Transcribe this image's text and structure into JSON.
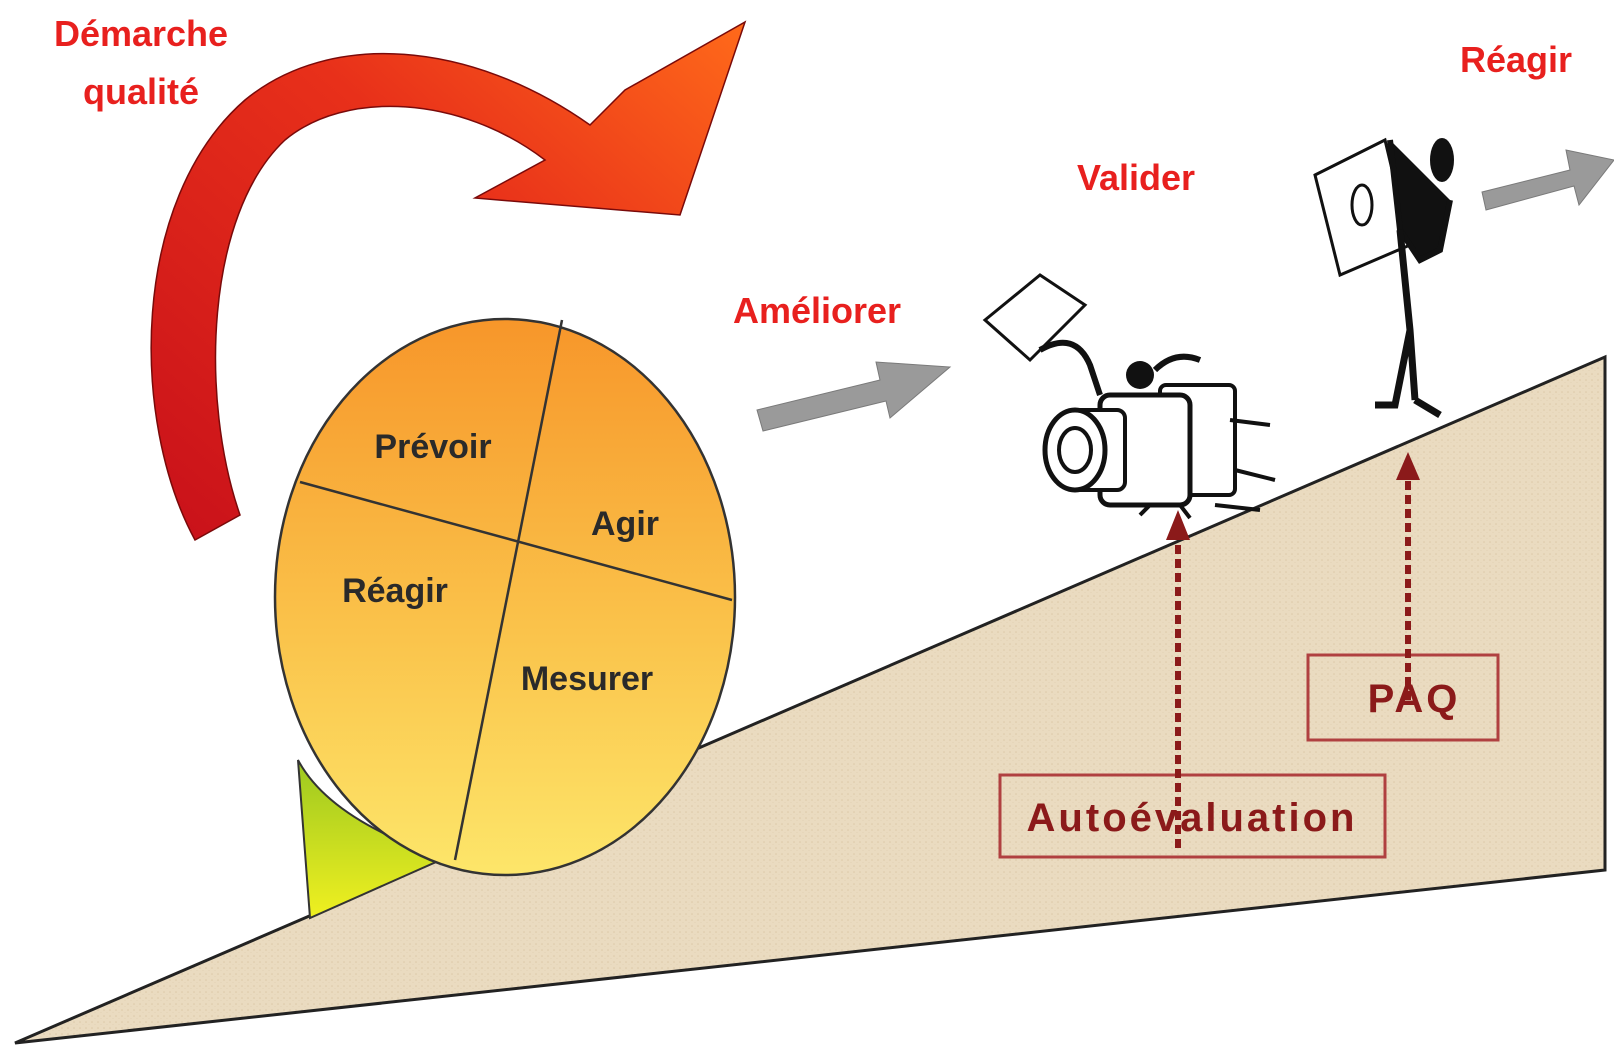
{
  "title": {
    "line1": "Démarche",
    "line2": "qualité"
  },
  "steps": {
    "ameliorer": "Améliorer",
    "valider": "Valider",
    "reagir": "Réagir"
  },
  "wheel": {
    "prevoir": "Prévoir",
    "agir": "Agir",
    "reagir": "Réagir",
    "mesurer": "Mesurer"
  },
  "boxes": {
    "autoevaluation": "Autoévaluation",
    "paq": "PAQ"
  },
  "colors": {
    "title_red": "#e8201e",
    "ramp": "#eadbc0",
    "box_border": "#b04040",
    "box_text": "#8b1a1a",
    "arrow_grey": "#9a9a9a",
    "wedge_green": "#b6d62a"
  },
  "icons": [
    "curved-arrow-icon",
    "camera-figure-icon",
    "person-with-sign-icon"
  ]
}
